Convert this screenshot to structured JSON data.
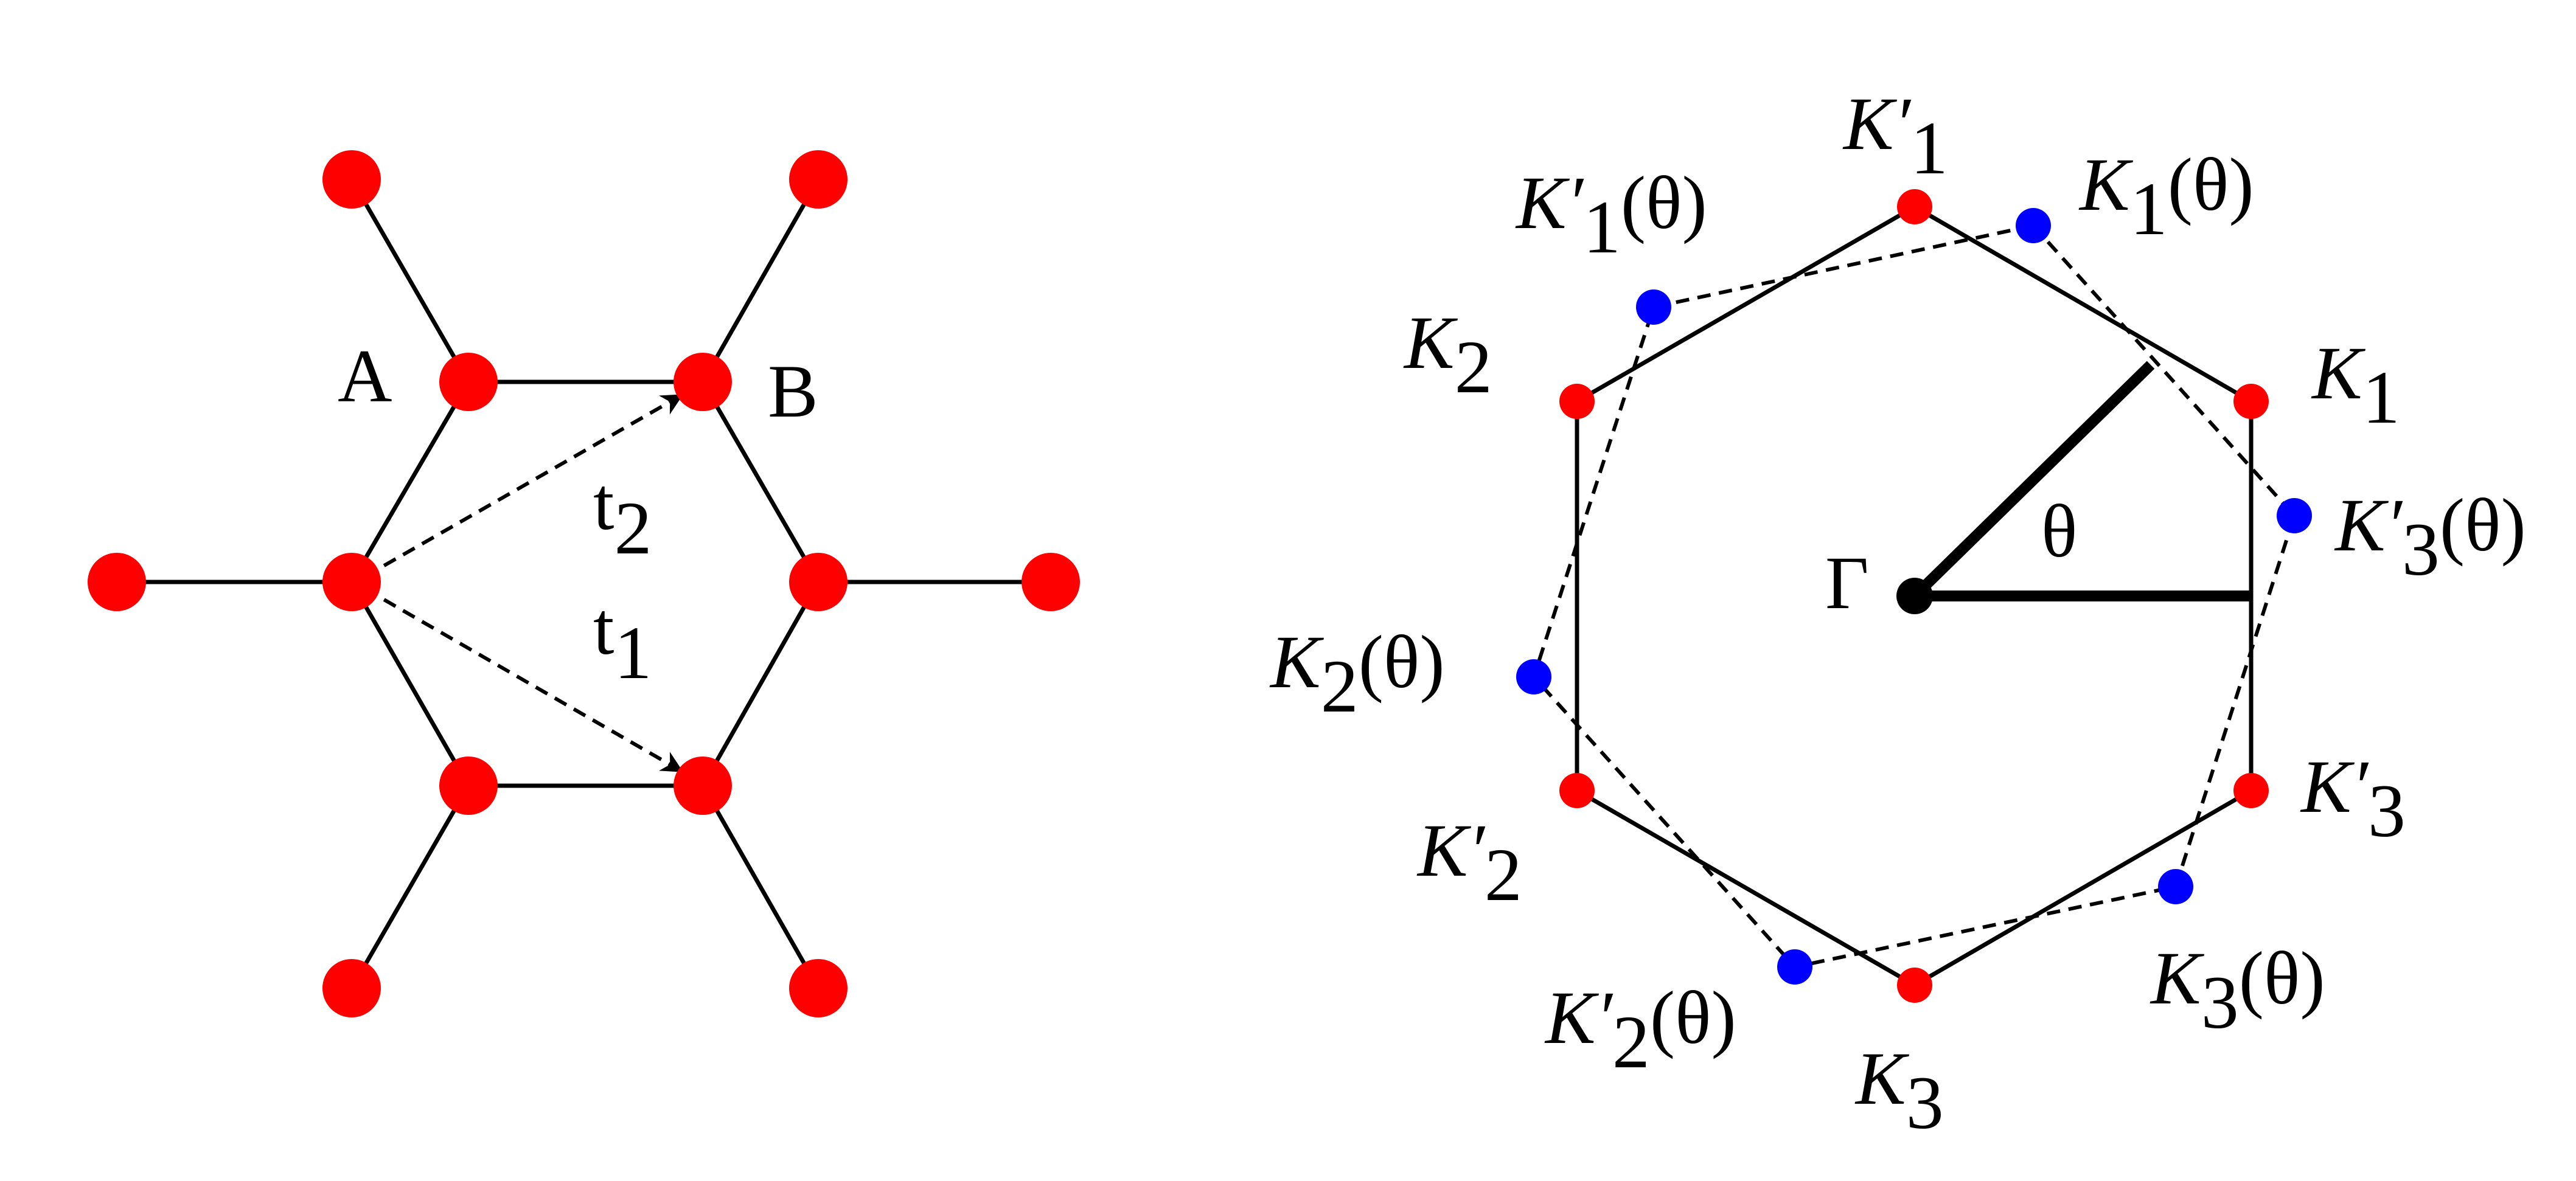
{
  "colors": {
    "lattice_site": "#ff0000",
    "rotated_point": "#0000ff",
    "line": "#000000"
  },
  "left_panel": {
    "sublattice_a": "A",
    "sublattice_b": "B",
    "hop_t2": {
      "base": "t",
      "sub": "2"
    },
    "hop_t1": {
      "base": "t",
      "sub": "1"
    }
  },
  "right_panel": {
    "gamma": "Γ",
    "angle": "θ",
    "points": {
      "kp1": {
        "base": "K′",
        "sub": "1",
        "suffix": ""
      },
      "k1": {
        "base": "K",
        "sub": "1",
        "suffix": ""
      },
      "k2": {
        "base": "K",
        "sub": "2",
        "suffix": ""
      },
      "kp3": {
        "base": "K′",
        "sub": "3",
        "suffix": ""
      },
      "kp2": {
        "base": "K′",
        "sub": "2",
        "suffix": ""
      },
      "k3": {
        "base": "K",
        "sub": "3",
        "suffix": ""
      },
      "kp1t": {
        "base": "K′",
        "sub": "1",
        "suffix": "(θ)"
      },
      "k1t": {
        "base": "K",
        "sub": "1",
        "suffix": "(θ)"
      },
      "kp3t": {
        "base": "K′",
        "sub": "3",
        "suffix": "(θ)"
      },
      "k2t": {
        "base": "K",
        "sub": "2",
        "suffix": "(θ)"
      },
      "kp2t": {
        "base": "K′",
        "sub": "2",
        "suffix": "(θ)"
      },
      "k3t": {
        "base": "K",
        "sub": "3",
        "suffix": "(θ)"
      }
    }
  }
}
